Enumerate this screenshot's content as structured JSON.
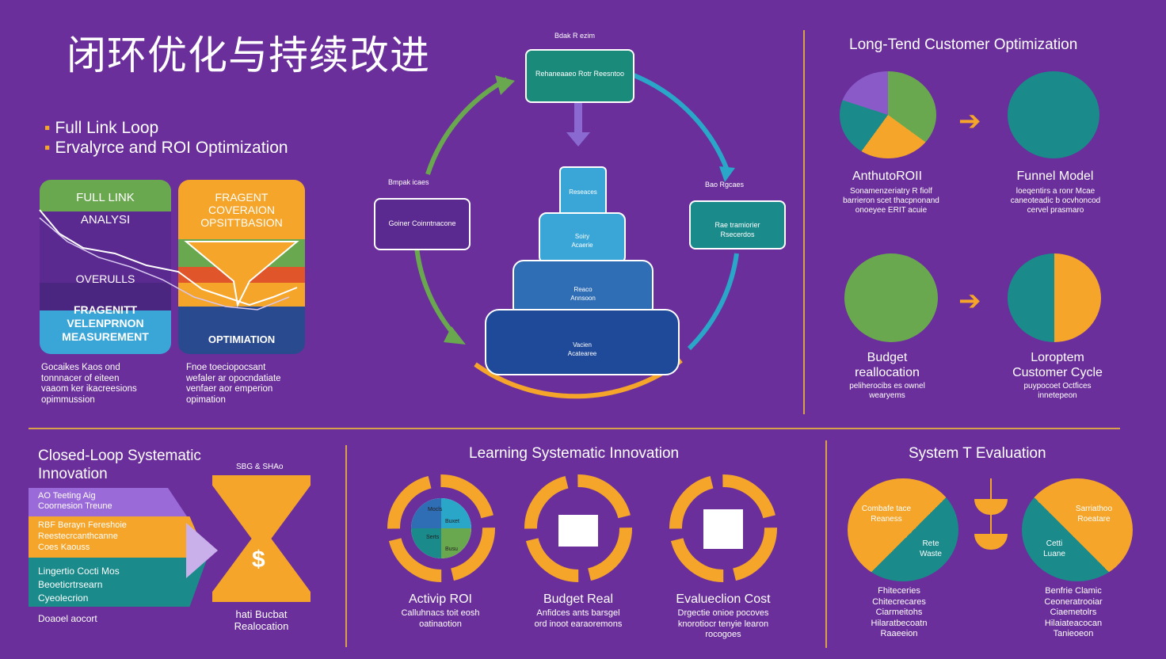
{
  "title": "闭环优化与持续改进",
  "bullets": [
    "Full Link Loop",
    "Ervalyrce and ROI Optimization"
  ],
  "left_cards": {
    "card1": {
      "top": "FULL LINK",
      "sub": "ANALYSI",
      "mid": "OVERULLS",
      "bottom": "FRAGENITT\nVELENPRNON\nMEASUREMENT"
    },
    "card2": {
      "top": "FRAGENT\nCOVERAION\nOPSITTBASION",
      "bottom": "OPTIMIATION"
    },
    "desc1": "Gocaikes Kaos ond\ntonnnacer of eiteen\nvaaom ker ikacreesions\nopimmussion",
    "desc2": "Fnoe toeciopocsant\nwefaler ar opocndatiate\nvenfaer aor emperion\nopimation"
  },
  "cycle": {
    "top_small": "Bdak R ezim",
    "top_box": "Rehaneaaeo Rotr Reesntoo",
    "left_small": "Bmpak icaes",
    "left_box": "Goiner Coinntnacone",
    "right_small": "Bao Rgcaes",
    "right_box": "Rae tramiorier\nRsecerdos",
    "tier1": "Reseaces",
    "tier2": "Soiry\nAcaerie",
    "tier3": "Reaco\nAnnsoon",
    "tier4": "Vacien\nAcatearee"
  },
  "right_panel": {
    "heading": "Long-Tend Customer Optimization",
    "items": [
      {
        "label": "AnthutoROII",
        "desc": "Sonamenzeriatry R fiolf\nbarrieron scet thacpnonand\nonoeyee ERIT acuie"
      },
      {
        "label": "Funnel Model",
        "desc": "loeqentirs a ronr Mcae\ncaneoteadic b ocvhoncod\ncervel prasmaro"
      },
      {
        "label": "Budget\nreallocation",
        "desc": "peliherocibs es ownel\nwearyems"
      },
      {
        "label": "Loroptem\nCustomer Cycle",
        "desc": "puypocoet Octfices\ninnetepeon"
      }
    ]
  },
  "bottom_left": {
    "heading": "Closed-Loop Systematic\nInnovation",
    "top_small": "SBG & SHAo",
    "bars": [
      "AO Teeting Aig\nCoornesion Treune",
      "RBF Berayn Fereshoie\nReestecrcanthcanne\nCoes Kaouss",
      "Lingertio Cocti Mos\nBeoeticrtrsearn\nCyeolecrion"
    ],
    "footer": "Doaoel aocort",
    "hourglass_label": "hati Bucbat\nRealocation"
  },
  "bottom_mid": {
    "heading": "Learning Systematic Innovation",
    "items": [
      {
        "label": "Activip ROI",
        "desc": "Calluhnacs toit eosh\noatinaotion"
      },
      {
        "label": "Budget Real",
        "desc": "Anfidces ants barsgel\nord inoot earaoremons"
      },
      {
        "label": "Evalueclion Cost",
        "desc": "Drgectie onioe pocoves\nknorotiocr tenyie learon\nrocogoes"
      }
    ],
    "pie_labels": [
      "Mocls",
      "Buxet",
      "Serts",
      "Busu"
    ]
  },
  "bottom_right": {
    "heading": "System T Evaluation",
    "left_circle": {
      "top": "Combafe tace\nReaness",
      "bottom": "Rete\nWaste"
    },
    "right_circle": {
      "top": "Sarriathoo\nRoeatare",
      "bottom": "Cetti\nLuane"
    },
    "desc_left": "Fhiteceries\nChitecrecares\nCiarmeitohs\nHilaratbecoatn\nRaaeeion",
    "desc_right": "Benfrie Clamic\nCeoneratrooiar\nCiaemetolrs\nHilaiateacocan\nTanieoeon"
  },
  "colors": {
    "bg": "#6a2f9a",
    "teal": "#1a8a8a",
    "orange": "#f4a52a",
    "green": "#6aa84f",
    "blue": "#2f6db5",
    "purple": "#6a3fa5"
  }
}
